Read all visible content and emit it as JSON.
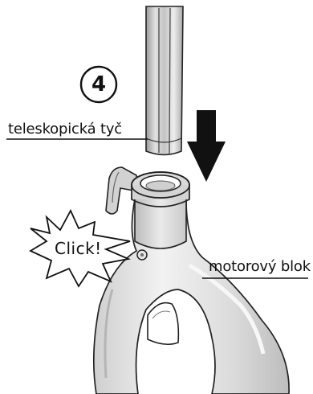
{
  "step": {
    "number": "4"
  },
  "labels": {
    "telescopic_rod": "teleskopická tyč",
    "motor_block": "motorový blok"
  },
  "callout": {
    "text": "Click!"
  },
  "icons": {
    "rod": "telescopic-rod-icon",
    "arrow": "down-arrow-icon",
    "motor": "motor-block-icon",
    "burst": "click-burst-icon"
  }
}
